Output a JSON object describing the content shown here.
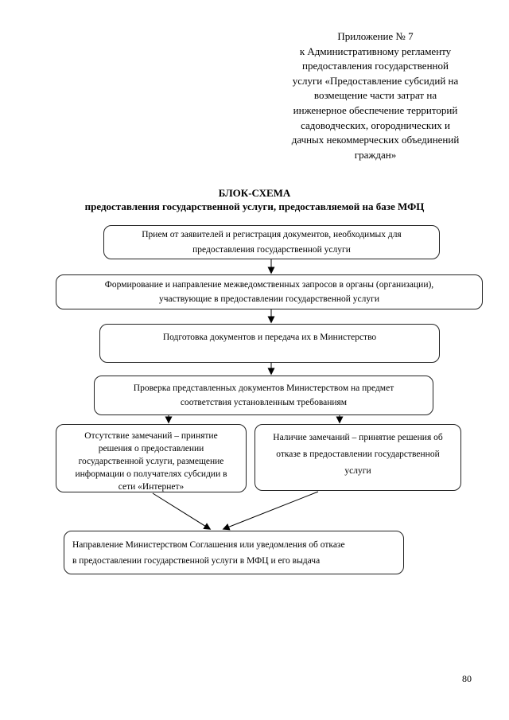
{
  "page": {
    "appendix_note": "Приложение № 7\nк Административному регламенту\nпредоставления государственной\nуслуги «Предоставление субсидий на\nвозмещение части затрат на\nинженерное обеспечение территорий\nсадоводческих, огороднических и\nдачных некоммерческих объединений\nграждан»",
    "title": "БЛОК-СХЕМА",
    "subtitle": "предоставления государственной услуги, предоставляемой на базе МФЦ",
    "page_number": "80"
  },
  "flowchart": {
    "nodes": [
      {
        "id": "reception",
        "label": "Прием от заявителей и регистрация документов, необходимых для\nпредоставления государственной услуги"
      },
      {
        "id": "interagency-requests",
        "label": "Формирование и направление межведомственных запросов в органы (организации),\nучаствующие в предоставлении государственной услуги"
      },
      {
        "id": "preparation-transfer",
        "label": "Подготовка документов и передача их в Министерство"
      },
      {
        "id": "ministry-check",
        "label": "Проверка представленных документов Министерством на предмет\nсоответствия установленным требованиям"
      },
      {
        "id": "no-remarks-grant",
        "label": "Отсутствие замечаний – принятие\nрешения о предоставлении\nгосударственной услуги, размещение\nинформации о получателях субсидии в\nсети «Интернет»"
      },
      {
        "id": "remarks-refusal",
        "label": "Наличие замечаний – принятие решения об\nотказе в предоставлении государственной\nуслуги"
      },
      {
        "id": "issuance",
        "label": "Направление Министерством Соглашения или уведомления об отказе\nв предоставлении государственной услуги в МФЦ и его выдача"
      }
    ]
  }
}
